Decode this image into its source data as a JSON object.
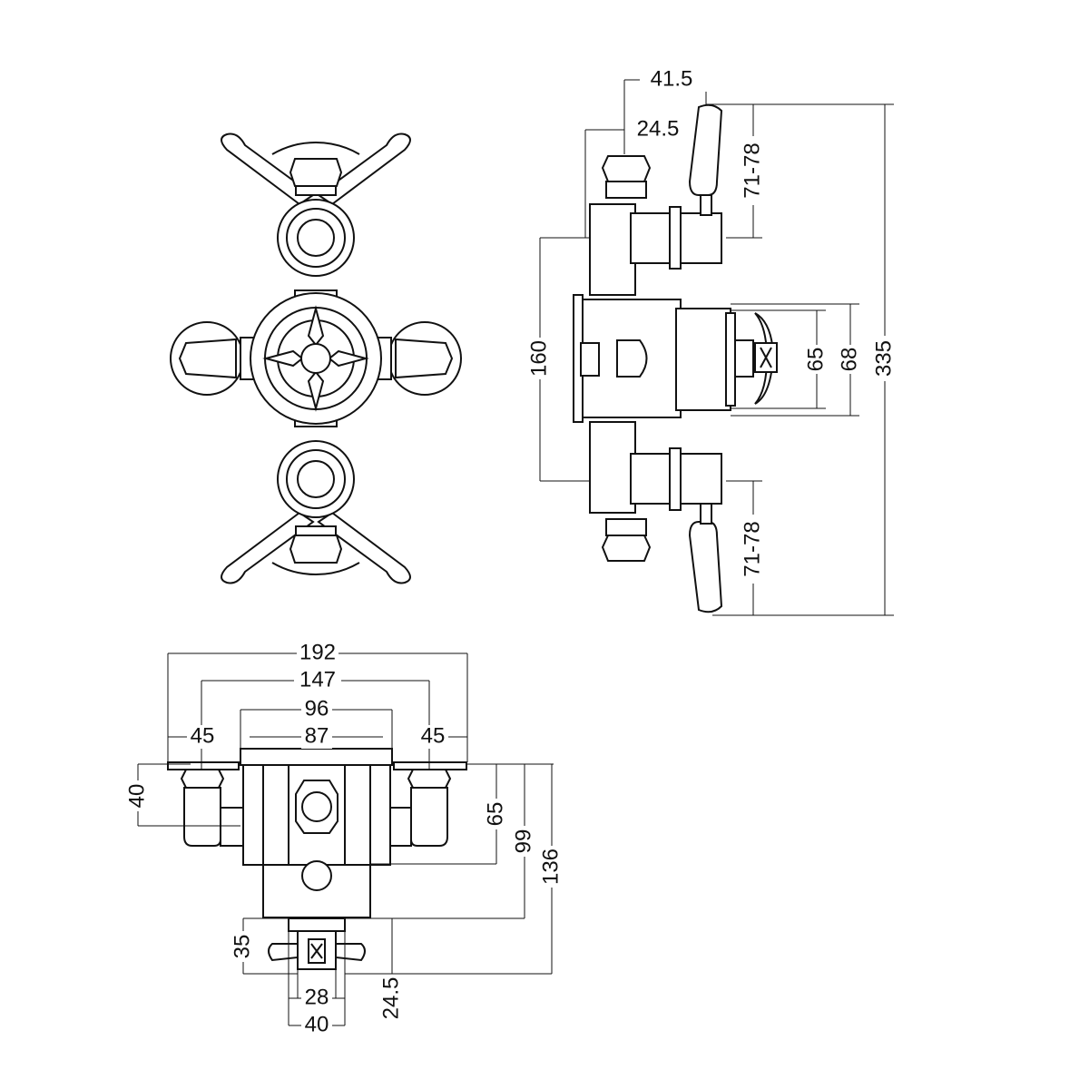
{
  "colors": {
    "line": "#111111",
    "background": "#ffffff"
  },
  "side_view": {
    "dims": {
      "lever_offset": "41.5",
      "nut_offset": "24.5",
      "lever_top": "71-78",
      "inlet_spacing": "160",
      "plate_inner": "65",
      "plate_outer": "68",
      "overall_height": "335",
      "lever_bottom": "71-78"
    }
  },
  "plan_view": {
    "dims": {
      "overall_width": "192",
      "inlet_centres": "147",
      "plate_width": "96",
      "body_width": "87",
      "left_inlet": "45",
      "right_inlet": "45",
      "inlet_depth": "40",
      "body_depth": "65",
      "to_plate": "99",
      "overall_depth": "136",
      "handle_depth": "35",
      "spindle_depth": "24.5",
      "spindle_inner": "28",
      "spindle_outer": "40"
    }
  }
}
